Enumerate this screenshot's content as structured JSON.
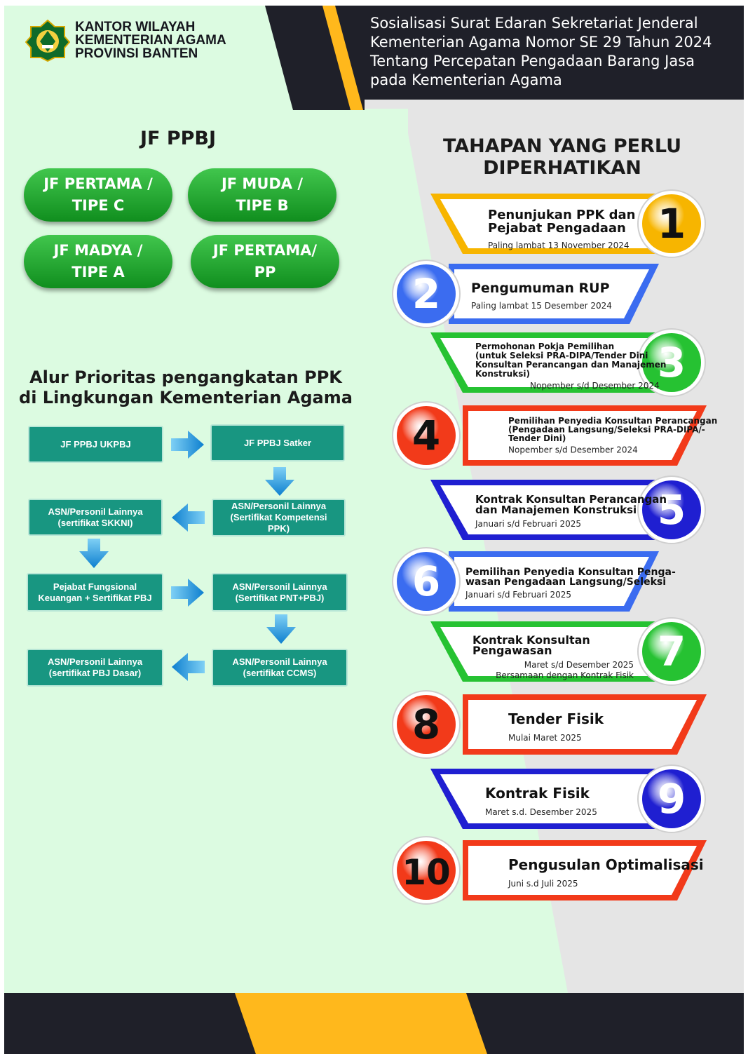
{
  "header": {
    "org": [
      "KANTOR WILAYAH",
      "KEMENTERIAN AGAMA",
      "PROVINSI BANTEN"
    ],
    "title_lines": [
      "Sosialisasi Surat Edaran Sekretariat Jenderal",
      "Kementerian Agama Nomor SE 29 Tahun 2024",
      "Tentang Percepatan Pengadaan Barang Jasa",
      "pada Kementerian Agama"
    ]
  },
  "jf": {
    "title": "JF PPBJ",
    "pills": [
      {
        "l1": "JF PERTAMA /",
        "l2": "TIPE C"
      },
      {
        "l1": "JF MUDA /",
        "l2": "TIPE B"
      },
      {
        "l1": "JF MADYA /",
        "l2": "TIPE A"
      },
      {
        "l1": "JF PERTAMA/",
        "l2": "PP"
      }
    ]
  },
  "alur": {
    "title_l1": "Alur Prioritas pengangkatan PPK",
    "title_l2": "di Lingkungan Kementerian Agama",
    "boxes": [
      {
        "lines": [
          "JF PPBJ UKPBJ"
        ]
      },
      {
        "lines": [
          "JF PPBJ Satker"
        ]
      },
      {
        "lines": [
          "ASN/Personil Lainnya",
          "(Sertifikat Kompetensi",
          "PPK)"
        ]
      },
      {
        "lines": [
          "ASN/Personil Lainnya",
          "(sertifikat SKKNI)"
        ]
      },
      {
        "lines": [
          "Pejabat Fungsional",
          "Keuangan + Sertifikat PBJ"
        ]
      },
      {
        "lines": [
          "ASN/Personil Lainnya",
          "(Sertifikat PNT+PBJ)"
        ]
      },
      {
        "lines": [
          "ASN/Personil Lainnya",
          "(sertifikat CCMS)"
        ]
      },
      {
        "lines": [
          "ASN/Personil Lainnya",
          "(sertifikat PBJ Dasar)"
        ]
      }
    ]
  },
  "tahapan": {
    "title_l1": "TAHAPAN YANG PERLU",
    "title_l2": "DIPERHATIKAN",
    "steps": [
      {
        "num": "1",
        "color": "#f7b500",
        "title": [
          "Penunjukan PPK dan",
          "Pejabat Pengadaan"
        ],
        "sub": [
          "Paling lambat 13 November 2024"
        ]
      },
      {
        "num": "2",
        "color": "#3b6cf0",
        "title": [
          "Pengumuman RUP"
        ],
        "sub": [
          "Paling lambat 15 Desember 2024"
        ]
      },
      {
        "num": "3",
        "color": "#26c232",
        "title": [
          "Permohonan Pokja Pemilihan",
          "(untuk Seleksi PRA-DIPA/Tender Dini",
          "Konsultan Perancangan dan Manajemen",
          "Konstruksi)"
        ],
        "sub": [
          "Nopember s/d Desember 2024"
        ]
      },
      {
        "num": "4",
        "color": "#f23a1a",
        "title": [
          "Pemilihan Penyedia Konsultan Perancangan",
          "(Pengadaan Langsung/Seleksi PRA-DIPA/-",
          "Tender Dini)"
        ],
        "sub": [
          "Nopember s/d Desember 2024"
        ]
      },
      {
        "num": "5",
        "color": "#1f1fd1",
        "title": [
          "Kontrak Konsultan Perancangan",
          "dan Manajemen Konstruksi"
        ],
        "sub": [
          "Januari s/d Februari 2025"
        ]
      },
      {
        "num": "6",
        "color": "#3b6cf0",
        "title": [
          "Pemilihan Penyedia Konsultan Penga-",
          "wasan Pengadaan Langsung/Seleksi"
        ],
        "sub": [
          "Januari s/d Februari 2025"
        ]
      },
      {
        "num": "7",
        "color": "#26c232",
        "title": [
          "Kontrak Konsultan",
          "Pengawasan"
        ],
        "sub": [
          "Maret s/d Desember 2025",
          "Bersamaan dengan Kontrak Fisik"
        ]
      },
      {
        "num": "8",
        "color": "#f23a1a",
        "title": [
          "Tender Fisik"
        ],
        "sub": [
          "Mulai Maret 2025"
        ]
      },
      {
        "num": "9",
        "color": "#1f1fd1",
        "title": [
          "Kontrak Fisik"
        ],
        "sub": [
          "Maret s.d. Desember 2025"
        ]
      },
      {
        "num": "10",
        "color": "#f23a1a",
        "title": [
          "Pengusulan Optimalisasi"
        ],
        "sub": [
          "Juni s.d Juli 2025"
        ]
      }
    ]
  },
  "colors": {
    "dark": "#1f2029",
    "yellow": "#ffb81c",
    "mint": "#dcfbe1",
    "grey": "#e5e5e5",
    "teal": "#189681",
    "green": "#1a9e2a"
  }
}
